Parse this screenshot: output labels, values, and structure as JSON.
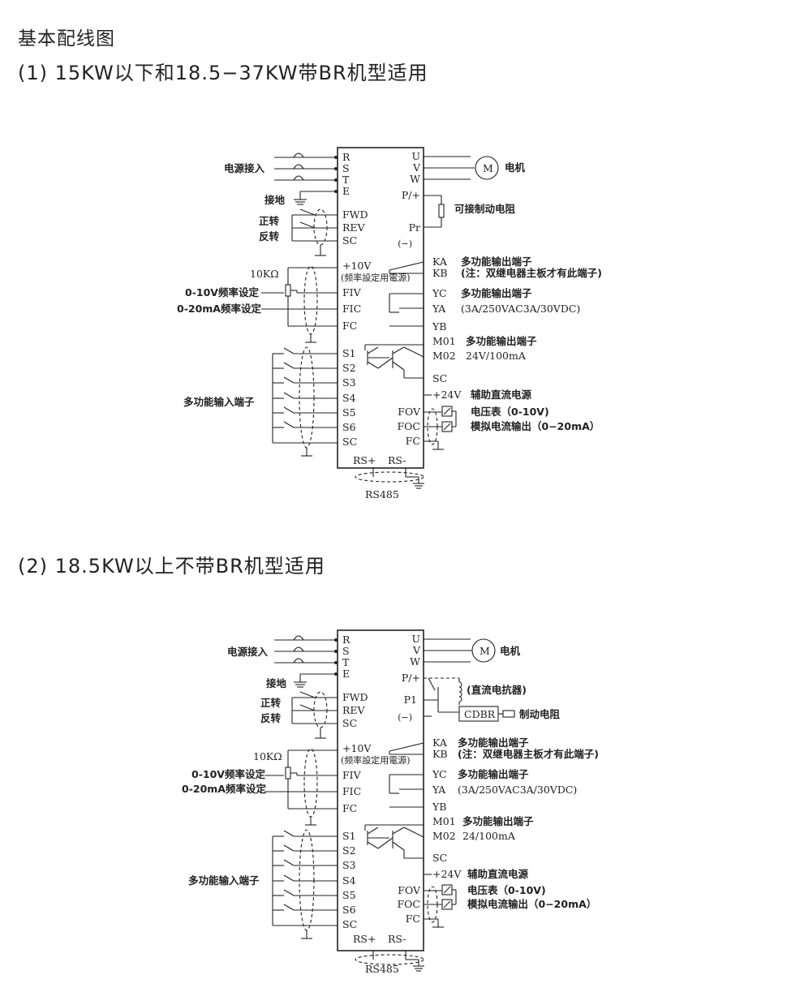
{
  "title": "基本配线图",
  "section1": {
    "heading": "(1) 15KW以下和18.5−37KW带BR机型适用",
    "labels": {
      "power_in": "电源接入",
      "ground": "接地",
      "fwd_lbl": "正转",
      "rev_lbl": "反转",
      "pot": "10KΩ",
      "v_set": "0-10V频率设定",
      "i_set": "0-20mA频率设定",
      "multi_in": "多功能输入端子",
      "motor": "电机",
      "motor_m": "M",
      "brake": "可接制动电阻",
      "ka_desc": "多功能输出端子",
      "kb_note": "(注：双继电器主板才有此端子)",
      "yc_desc": "多功能输出端子",
      "ya_rating": "(3A/250VAC3A/30VDC)",
      "m01_desc": "多功能输出端子",
      "m02_rating": "24V/100mA",
      "aux_power": "辅助直流电源",
      "voltmeter": "电压表（0-10V)",
      "ammeter": "模拟电流输出（0−20mA）",
      "rs485": "RS485"
    },
    "left_terminals": [
      "R",
      "S",
      "T",
      "E",
      "FWD",
      "REV",
      "SC",
      "+10V",
      "(频率設定用電源)",
      "FIV",
      "FIC",
      "FC",
      "S1",
      "S2",
      "S3",
      "S4",
      "S5",
      "S6",
      "SC"
    ],
    "right_terminals": [
      "U",
      "V",
      "W",
      "P/+",
      "Pr",
      "(−)",
      "KA",
      "KB",
      "YC",
      "YA",
      "YB",
      "M01",
      "M02",
      "SC",
      "+24V",
      "FOV",
      "FOC",
      "FC"
    ],
    "bottom_terminals": [
      "RS+",
      "RS-"
    ]
  },
  "section2": {
    "heading": "(2) 18.5KW以上不带BR机型适用",
    "labels": {
      "power_in": "电源接入",
      "ground": "接地",
      "fwd_lbl": "正转",
      "rev_lbl": "反转",
      "pot": "10KΩ",
      "v_set": "0-10V频率设定",
      "i_set": "0-20mA频率设定",
      "multi_in": "多功能输入端子",
      "motor": "电机",
      "motor_m": "M",
      "reactor": "(直流电抗器)",
      "cdbr": "CDBR",
      "brake": "制动电阻",
      "ka_desc": "多功能输出端子",
      "kb_note": "(注：双继电器主板才有此端子)",
      "yc_desc": "多功能输出端子",
      "ya_rating": "(3A/250VAC3A/30VDC)",
      "m01_desc": "多功能输出端子",
      "m02_rating": "24/100mA",
      "aux_power": "辅助直流电源",
      "voltmeter": "电压表（0-10V)",
      "ammeter": "模拟电流输出（0−20mA）",
      "rs485": "RS485"
    },
    "left_terminals": [
      "R",
      "S",
      "T",
      "E",
      "FWD",
      "REV",
      "SC",
      "+10V",
      "(频率設定用電源)",
      "FIV",
      "FIC",
      "FC",
      "S1",
      "S2",
      "S3",
      "S4",
      "S5",
      "S6",
      "SC"
    ],
    "right_terminals": [
      "U",
      "V",
      "W",
      "P/+",
      "P1",
      "(−)",
      "KA",
      "KB",
      "YC",
      "YA",
      "YB",
      "M01",
      "M02",
      "SC",
      "+24V",
      "FOV",
      "FOC",
      "FC"
    ],
    "bottom_terminals": [
      "RS+",
      "RS-"
    ]
  }
}
